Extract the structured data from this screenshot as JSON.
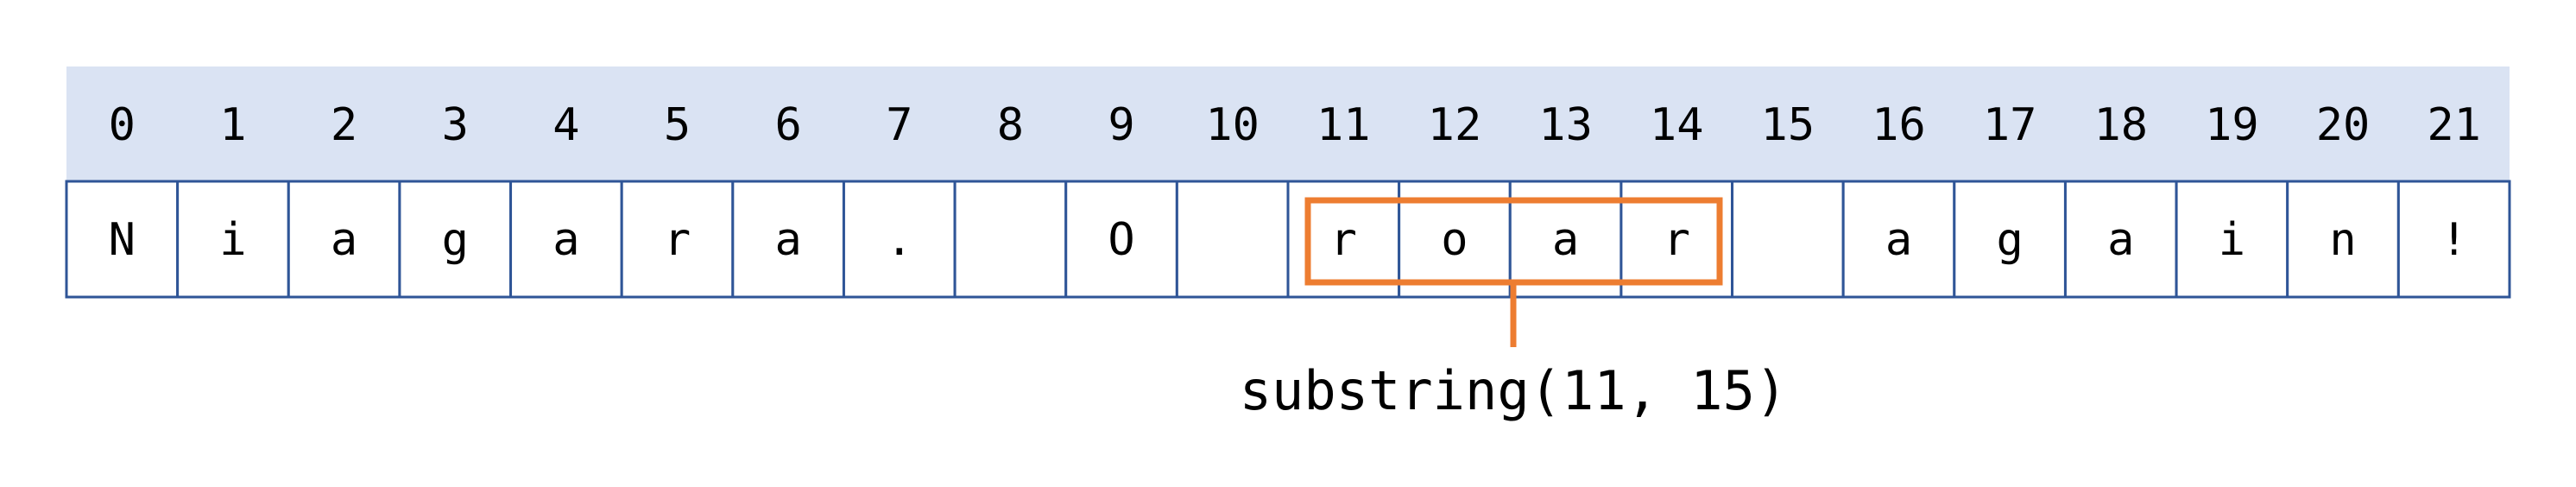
{
  "string": {
    "indices": [
      "0",
      "1",
      "2",
      "3",
      "4",
      "5",
      "6",
      "7",
      "8",
      "9",
      "10",
      "11",
      "12",
      "13",
      "14",
      "15",
      "16",
      "17",
      "18",
      "19",
      "20",
      "21"
    ],
    "characters": [
      "N",
      "i",
      "a",
      "g",
      "a",
      "r",
      "a",
      ".",
      "",
      "O",
      "",
      "r",
      "o",
      "a",
      "r",
      "",
      "a",
      "g",
      "a",
      "i",
      "n",
      "!"
    ]
  },
  "highlight": {
    "start_index": 11,
    "end_index": 15,
    "label": "substring(11, 15)"
  },
  "colors": {
    "index_band": "#dae3f3",
    "cell_border": "#2f5597",
    "highlight": "#ed7d31"
  }
}
